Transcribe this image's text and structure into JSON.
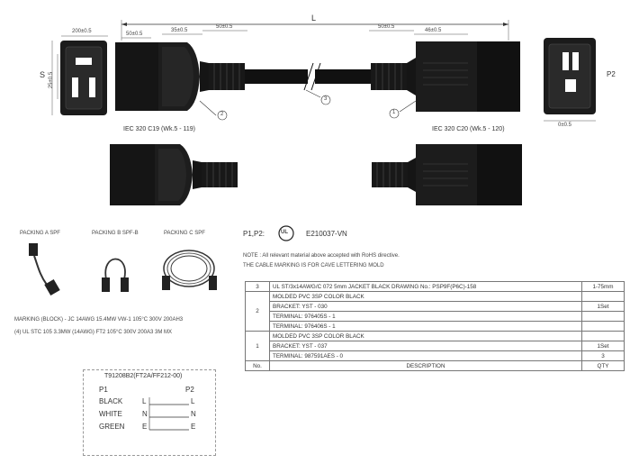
{
  "dimensions": {
    "overall_length": "L",
    "height_label": "S",
    "right_label": "P2",
    "c19_width": "200±0.5",
    "c19_side_a": "50±0.5",
    "c19_side_b": "35±0.5",
    "c19_height_a": "25±0.5",
    "c20_side_a": "50±0.5",
    "c20_side_b": "46±0.5",
    "c20_left_dim": "0±0.5"
  },
  "callouts": {
    "c1": "1",
    "c2": "2",
    "c3": "3"
  },
  "connectors": {
    "left_name": "IEC 320 C19 (Wk.5 - 119)",
    "right_name": "IEC 320 C20 (Wk.5 - 120)"
  },
  "packing": {
    "a_label": "PACKING A SPF",
    "b_label": "PACKING B SPF-B",
    "c_label": "PACKING C SPF"
  },
  "cert": {
    "p_label": "P1,P2:",
    "ul_mark": "UL",
    "file_no": "E210037-VN"
  },
  "notes": {
    "line1": "NOTE : All relevant material above accepted with RoHS directive.",
    "line2": "THE CABLE MARKING IS FOR CAVE LETTERING MOLD"
  },
  "cable_marking": {
    "line1": "MARKING (BLOCK) - JC 14AWG 15.4MW VW-1 105°C 300V 200AH3",
    "line2": "(4) UL STC 105 3.3MW (14AWG) FT2 105°C 300V 200A3 3M MX"
  },
  "bom": {
    "rows": [
      {
        "no": "3",
        "desc": "UL ST/3x14AWG/C 072 5mm JACKET BLACK DRAWING No.: PSP9F(P6C)-158",
        "qty": "1-75mm"
      },
      {
        "no": "",
        "desc": "MOLDED PVC 3SP COLOR BLACK",
        "qty": ""
      },
      {
        "no": "2",
        "desc": "BRACKET: YST - 030",
        "qty": "1Set"
      },
      {
        "no": "",
        "desc": "TERMINAL: 976405S - 1",
        "qty": ""
      },
      {
        "no": "",
        "desc": "TERMINAL: 976406S - 1",
        "qty": ""
      },
      {
        "no": "",
        "desc": "MOLDED PVC 3SP COLOR BLACK",
        "qty": ""
      },
      {
        "no": "1",
        "desc": "BRACKET: YST - 037",
        "qty": "1Set"
      },
      {
        "no": "",
        "desc": "TERMINAL: 987591AES - 0",
        "qty": "3"
      }
    ],
    "header": {
      "no": "No.",
      "desc": "DESCRIPTION",
      "qty": "QTY"
    }
  },
  "wiring": {
    "part_no": "T91208B2(FT2A/FF212-00)",
    "p1": "P1",
    "p2": "P2",
    "rows": [
      {
        "color": "BLACK",
        "p1": "L",
        "p2": "L"
      },
      {
        "color": "WHITE",
        "p1": "N",
        "p2": "N"
      },
      {
        "color": "GREEN",
        "p1": "E",
        "p2": "E"
      }
    ]
  }
}
